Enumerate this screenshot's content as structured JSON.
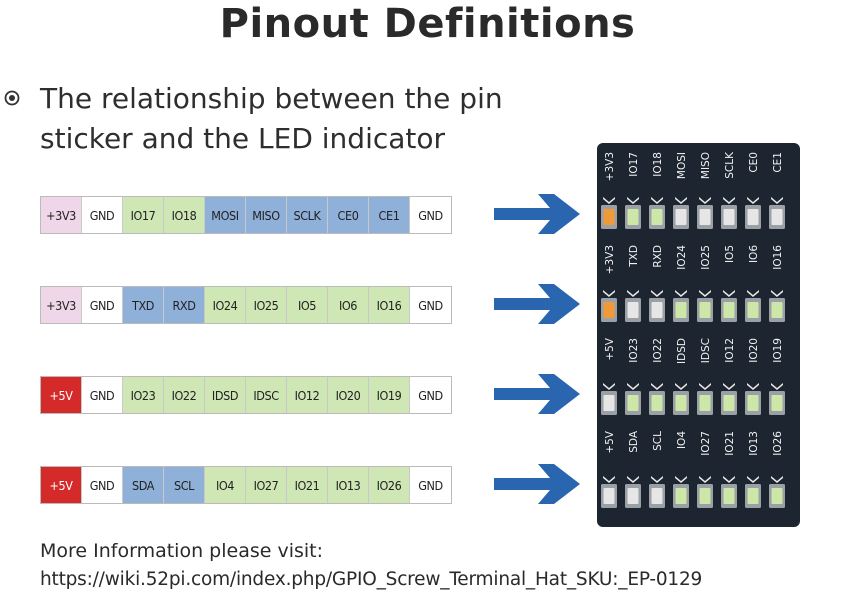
{
  "title": "Pinout Definitions",
  "subtitle": {
    "line1": "The relationship between the pin",
    "line2": "sticker and the LED indicator"
  },
  "colors": {
    "pink": "#efd6e8",
    "white": "#ffffff",
    "green": "#cfe6b5",
    "blue": "#8fb0d8",
    "red": "#d42a2a",
    "arrow": "#2a66b0",
    "board": "#1d2530",
    "led_orange": "#ee9a3a",
    "led_green": "#cde7a8",
    "led_white": "#e6e6e6"
  },
  "strips": [
    {
      "cells": [
        {
          "label": "+3V3",
          "color": "pink"
        },
        {
          "label": "GND",
          "color": "white"
        },
        {
          "label": "IO17",
          "color": "green"
        },
        {
          "label": "IO18",
          "color": "green"
        },
        {
          "label": "MOSI",
          "color": "blue"
        },
        {
          "label": "MISO",
          "color": "blue"
        },
        {
          "label": "SCLK",
          "color": "blue"
        },
        {
          "label": "CE0",
          "color": "blue"
        },
        {
          "label": "CE1",
          "color": "blue"
        },
        {
          "label": "GND",
          "color": "white"
        }
      ]
    },
    {
      "cells": [
        {
          "label": "+3V3",
          "color": "pink"
        },
        {
          "label": "GND",
          "color": "white"
        },
        {
          "label": "TXD",
          "color": "blue"
        },
        {
          "label": "RXD",
          "color": "blue"
        },
        {
          "label": "IO24",
          "color": "green"
        },
        {
          "label": "IO25",
          "color": "green"
        },
        {
          "label": "IO5",
          "color": "green"
        },
        {
          "label": "IO6",
          "color": "green"
        },
        {
          "label": "IO16",
          "color": "green"
        },
        {
          "label": "GND",
          "color": "white"
        }
      ]
    },
    {
      "cells": [
        {
          "label": "+5V",
          "color": "red"
        },
        {
          "label": "GND",
          "color": "white"
        },
        {
          "label": "IO23",
          "color": "green"
        },
        {
          "label": "IO22",
          "color": "green"
        },
        {
          "label": "IDSD",
          "color": "green"
        },
        {
          "label": "IDSC",
          "color": "green"
        },
        {
          "label": "IO12",
          "color": "green"
        },
        {
          "label": "IO20",
          "color": "green"
        },
        {
          "label": "IO19",
          "color": "green"
        },
        {
          "label": "GND",
          "color": "white"
        }
      ]
    },
    {
      "cells": [
        {
          "label": "+5V",
          "color": "red"
        },
        {
          "label": "GND",
          "color": "white"
        },
        {
          "label": "SDA",
          "color": "blue"
        },
        {
          "label": "SCL",
          "color": "blue"
        },
        {
          "label": "IO4",
          "color": "green"
        },
        {
          "label": "IO27",
          "color": "green"
        },
        {
          "label": "IO21",
          "color": "green"
        },
        {
          "label": "IO13",
          "color": "green"
        },
        {
          "label": "IO26",
          "color": "green"
        },
        {
          "label": "GND",
          "color": "white"
        }
      ]
    }
  ],
  "board": {
    "rows": [
      {
        "labels": [
          "+3V3",
          "IO17",
          "IO18",
          "MOSI",
          "MISO",
          "SCLK",
          "CE0",
          "CE1"
        ],
        "leds": [
          "orange",
          "green",
          "green",
          "white",
          "white",
          "white",
          "white",
          "white"
        ]
      },
      {
        "labels": [
          "+3V3",
          "TXD",
          "RXD",
          "IO24",
          "IO25",
          "IO5",
          "IO6",
          "IO16"
        ],
        "leds": [
          "orange",
          "white",
          "white",
          "green",
          "green",
          "green",
          "green",
          "green"
        ]
      },
      {
        "labels": [
          "+5V",
          "IO23",
          "IO22",
          "IDSD",
          "IDSC",
          "IO12",
          "IO20",
          "IO19"
        ],
        "leds": [
          "white",
          "green",
          "green",
          "green",
          "green",
          "green",
          "green",
          "green"
        ]
      },
      {
        "labels": [
          "+5V",
          "SDA",
          "SCL",
          "IO4",
          "IO27",
          "IO21",
          "IO13",
          "IO26"
        ],
        "leds": [
          "white",
          "white",
          "white",
          "green",
          "green",
          "green",
          "green",
          "green"
        ]
      }
    ]
  },
  "footer": {
    "label": "More Information please visit:",
    "url": "https://wiki.52pi.com/index.php/GPIO_Screw_Terminal_Hat_SKU:_EP-0129"
  }
}
